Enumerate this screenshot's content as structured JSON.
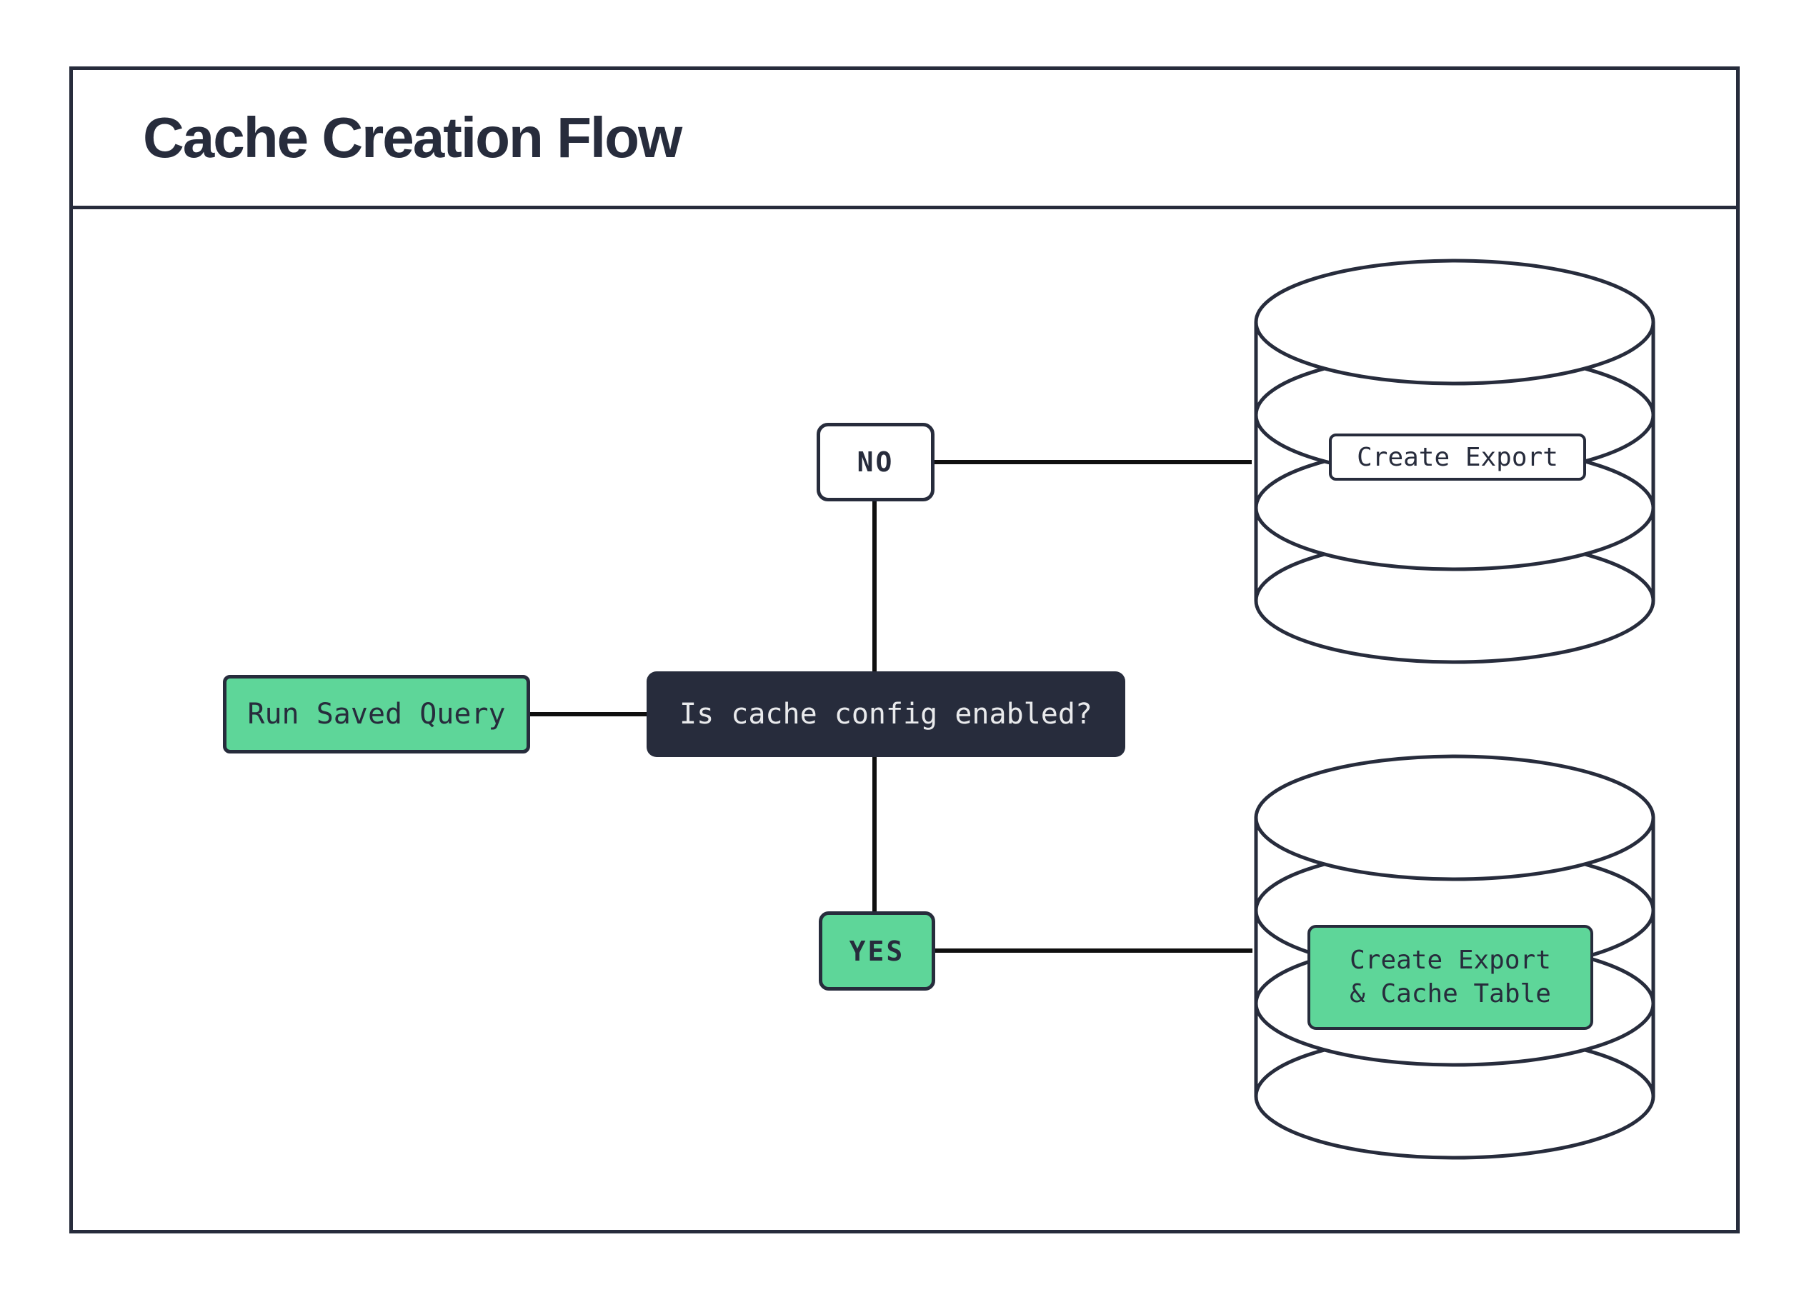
{
  "header": {
    "title": "Cache Creation Flow"
  },
  "flowchart": {
    "start_node": {
      "label": "Run Saved Query"
    },
    "decision_node": {
      "label": "Is cache config enabled?"
    },
    "branches": {
      "no": {
        "label": "NO",
        "icon": "database-icon",
        "result": {
          "label": "Create Export"
        }
      },
      "yes": {
        "label": "YES",
        "icon": "database-icon",
        "result": {
          "label_line1": "Create Export",
          "label_line2": "& Cache Table"
        }
      }
    }
  },
  "colors": {
    "accent_green": "#5ed699",
    "ink_navy": "#272c3c",
    "connector_black": "#0f0f0f",
    "decision_text_light": "#e9eaec",
    "background": "#ffffff"
  }
}
